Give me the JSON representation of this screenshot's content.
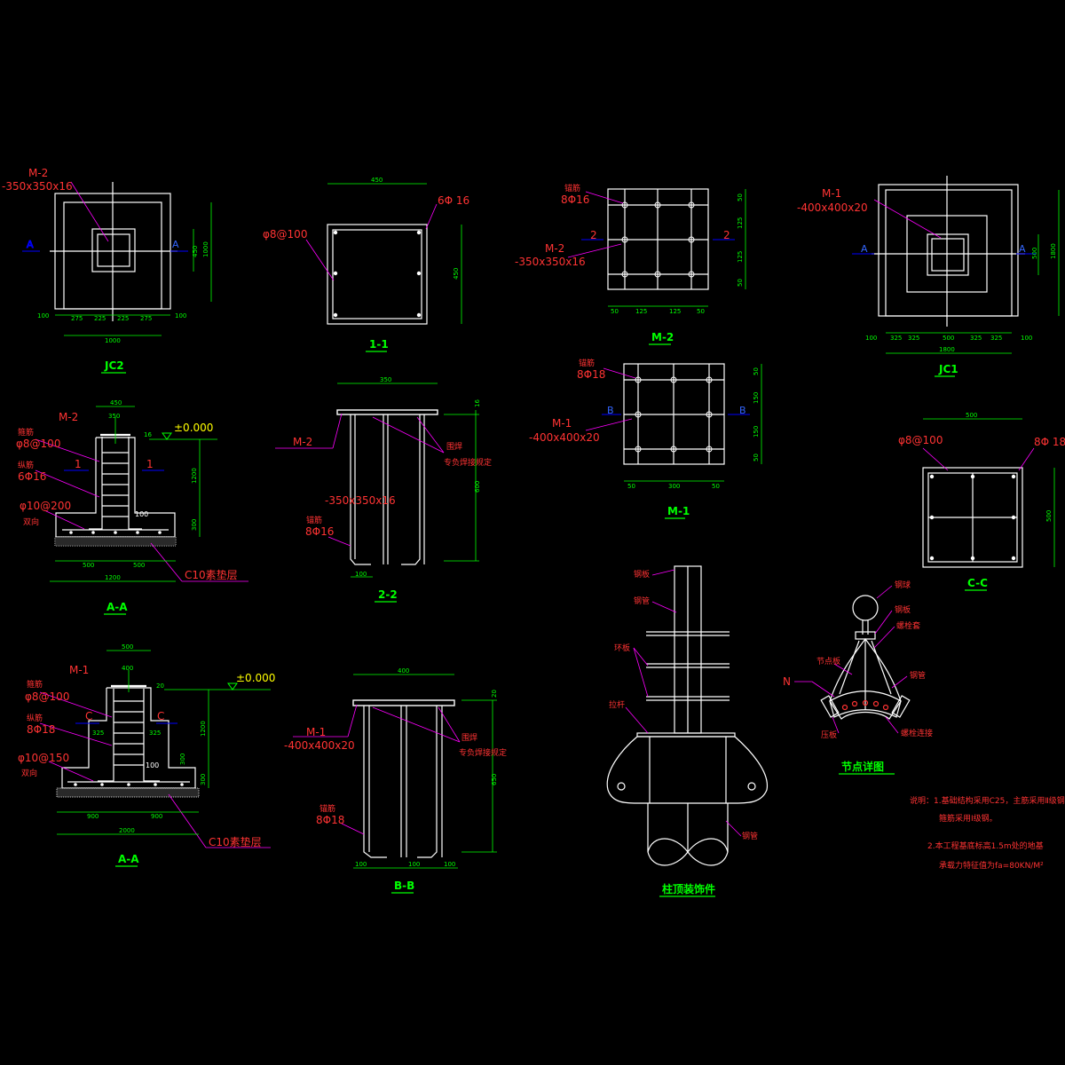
{
  "colors": {
    "background": "#000000",
    "outline": "#ffffff",
    "dimension": "#00ff00",
    "annotation": "#ff3333",
    "leader": "#ff00ff",
    "section_line": "#0000ff",
    "elevation": "#ffff00"
  },
  "jc2": {
    "title": "JC2",
    "plate_tag": "M-2",
    "plate_size": "-350x350x16",
    "cut": "A",
    "dim_top": [
      "100",
      "275",
      "225",
      "225",
      "275",
      "100"
    ],
    "dim_total": "1000",
    "dim_right_inner": "450",
    "dim_right_outer": "1000"
  },
  "sec_1_1": {
    "title": "1-1",
    "bars": "6Φ 16",
    "stirrup": "φ8@100",
    "width": "450",
    "height": "450"
  },
  "m2": {
    "title": "M-2",
    "anchor": "锚筋",
    "anchor_spec": "8Φ16",
    "plate_tag": "M-2",
    "plate_size": "-350x350x16",
    "cut": "2",
    "dims_bottom": [
      "50",
      "125",
      "125",
      "50"
    ],
    "dims_right": [
      "50",
      "125",
      "125",
      "50"
    ]
  },
  "jc1": {
    "title": "JC1",
    "plate_tag": "M-1",
    "plate_size": "-400x400x20",
    "cut": "A",
    "dim_top": [
      "100",
      "325",
      "325",
      "500",
      "325",
      "325",
      "100"
    ],
    "dim_total": "1800",
    "dim_right_inner": "500",
    "dim_right_outer": "1800"
  },
  "aa_upper": {
    "title": "A-A",
    "top_width": "450",
    "col_width": "350",
    "plate_tag": "M-2",
    "plate_thk": "16",
    "elevation": "±0.000",
    "stirrup_label": "箍筋",
    "stirrup": "φ8@100",
    "main_label": "纵筋",
    "main": "6Φ16",
    "cut": "1",
    "bottom_bars": "φ10@200",
    "bottom_label": "双向",
    "pad": "C10素垫层",
    "dims_bottom": [
      "500",
      "500"
    ],
    "dim_total": "1200",
    "dims_right": [
      "1200",
      "300"
    ],
    "cover": "100"
  },
  "sec_2_2": {
    "title": "2-2",
    "width": "350",
    "plate_tag": "M-2",
    "plate_size": "-350x350x16",
    "anchor_label": "锚筋",
    "anchor": "8Φ16",
    "weld_label": "围焊",
    "weld_note": "专负焊接规定",
    "thk": "16",
    "height": "600",
    "hook": "100"
  },
  "m1": {
    "title": "M-1",
    "anchor": "锚筋",
    "anchor_spec": "8Φ18",
    "plate_tag": "M-1",
    "plate_size": "-400x400x20",
    "cut": "B",
    "dims_bottom": [
      "50",
      "300",
      "50"
    ],
    "dims_right": [
      "50",
      "150",
      "150",
      "50"
    ]
  },
  "sec_c_c": {
    "title": "C-C",
    "stirrup": "φ8@100",
    "bars": "8Φ 18",
    "width": "500",
    "height": "500"
  },
  "aa_lower": {
    "title": "A-A",
    "top_width": "500",
    "col_width": "400",
    "plate_tag": "M-1",
    "plate_thk": "20",
    "elevation": "±0.000",
    "stirrup_label": "箍筋",
    "stirrup": "φ8@100",
    "main_label": "纵筋",
    "main": "8Φ18",
    "cut": "C",
    "bottom_bars": "φ10@150",
    "bottom_label": "双向",
    "pad": "C10素垫层",
    "dims_bottom": [
      "900",
      "900"
    ],
    "dim_total": "2000",
    "side": "325",
    "dims_right": [
      "1200",
      "300",
      "300"
    ],
    "cover": "100"
  },
  "sec_b_b": {
    "title": "B-B",
    "width": "400",
    "plate_tag": "M-1",
    "plate_size": "-400x400x20",
    "anchor_label": "锚筋",
    "anchor": "8Φ18",
    "weld_label": "围焊",
    "weld_note": "专负焊接规定",
    "thk": "20",
    "height": "650",
    "hooks": [
      "100",
      "100",
      "100"
    ]
  },
  "column_top": {
    "title": "柱顶装饰件",
    "labels": [
      "钢板",
      "钢管",
      "环板",
      "拉杆",
      "钢管"
    ]
  },
  "node": {
    "title": "节点详图",
    "labels_right": [
      "钢球",
      "钢板",
      "螺栓套",
      "钢管",
      "螺栓连接"
    ],
    "labels_left": [
      "节点板",
      "压板"
    ],
    "axial": "N"
  },
  "notes": {
    "line1": "说明：1.基础结构采用C25，主筋采用Ⅱ级钢，",
    "line2": "箍筋采用Ⅰ级钢。",
    "line3": "2.本工程基底标高1.5m处的地基",
    "line4": "承载力特征值为fa=80KN/M²"
  }
}
